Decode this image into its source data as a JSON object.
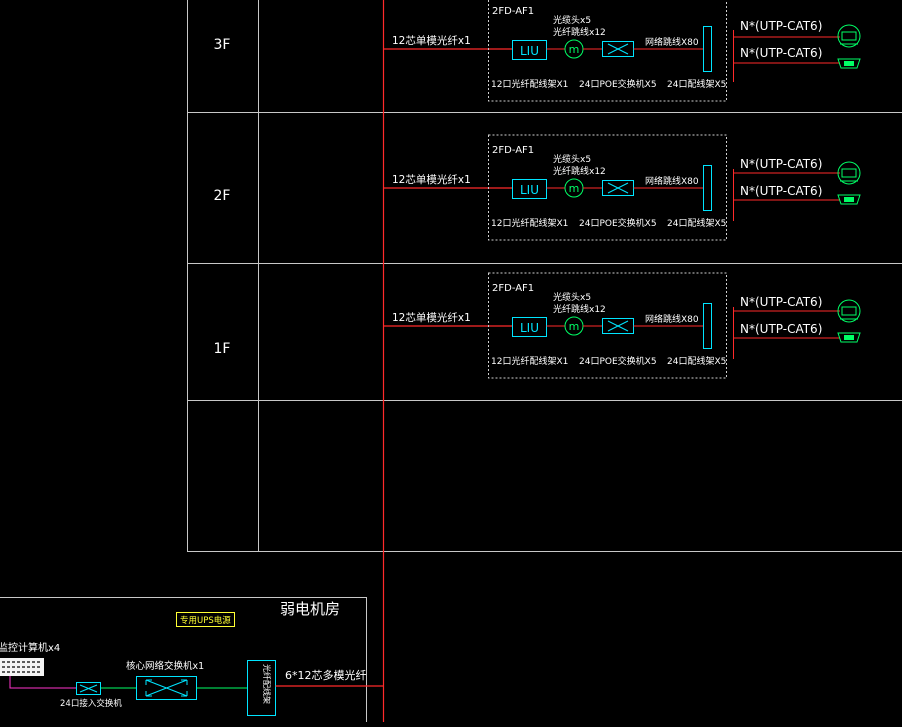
{
  "colors": {
    "background": "#000000",
    "frame_line": "#c8c8c8",
    "riser_red": "#ff2a2a",
    "cyan_device": "#00e5ff",
    "green_text": "#00ff66",
    "white_text": "#ffffff",
    "yellow_label": "#ffff33",
    "magenta_line": "#ff33cc",
    "box_dashed": "#d0d0d0"
  },
  "floors": [
    {
      "floor_label": "3F",
      "feed_label": "12芯单模光纤x1",
      "box_title": "2FD-AF1",
      "liu_label": "LIU",
      "media_label": "m",
      "jumper_label_1": "光缆头x5",
      "jumper_label_2": "光纤跳线x12",
      "poe_cable_label": "网络跳线X80",
      "liu_desc": "12口光纤配线架X1",
      "poe_desc": "24口POE交换机X5",
      "patch_desc": "24口配线架X5",
      "out_label_1": "N*(UTP-CAT6)",
      "out_label_2": "N*(UTP-CAT6)"
    },
    {
      "floor_label": "2F",
      "feed_label": "12芯单模光纤x1",
      "box_title": "2FD-AF1",
      "liu_label": "LIU",
      "media_label": "m",
      "jumper_label_1": "光缆头x5",
      "jumper_label_2": "光纤跳线x12",
      "poe_cable_label": "网络跳线X80",
      "liu_desc": "12口光纤配线架X1",
      "poe_desc": "24口POE交换机X5",
      "patch_desc": "24口配线架X5",
      "out_label_1": "N*(UTP-CAT6)",
      "out_label_2": "N*(UTP-CAT6)"
    },
    {
      "floor_label": "1F",
      "feed_label": "12芯单模光纤x1",
      "box_title": "2FD-AF1",
      "liu_label": "LIU",
      "media_label": "m",
      "jumper_label_1": "光缆头x5",
      "jumper_label_2": "光纤跳线x12",
      "poe_cable_label": "网络跳线X80",
      "liu_desc": "12口光纤配线架X1",
      "poe_desc": "24口POE交换机X5",
      "patch_desc": "24口配线架X5",
      "out_label_1": "N*(UTP-CAT6)",
      "out_label_2": "N*(UTP-CAT6)"
    }
  ],
  "machine_room": {
    "title": "弱电机房",
    "ups_label": "专用UPS电源",
    "core_switch_label": "核心网络交换机x1",
    "access_switch_label": "24口接入交换机",
    "fiber_panel_label": "光纤配线架",
    "trunk_label": "6*12芯多模光纤",
    "monitor_label": "监控计算机x4"
  },
  "icons": {
    "poe_switch": "cross-box-icon",
    "media_converter": "circle-m-icon",
    "wall_outlet": "rj45-outlet-icon",
    "patch_panel": "vertical-bar-icon"
  }
}
